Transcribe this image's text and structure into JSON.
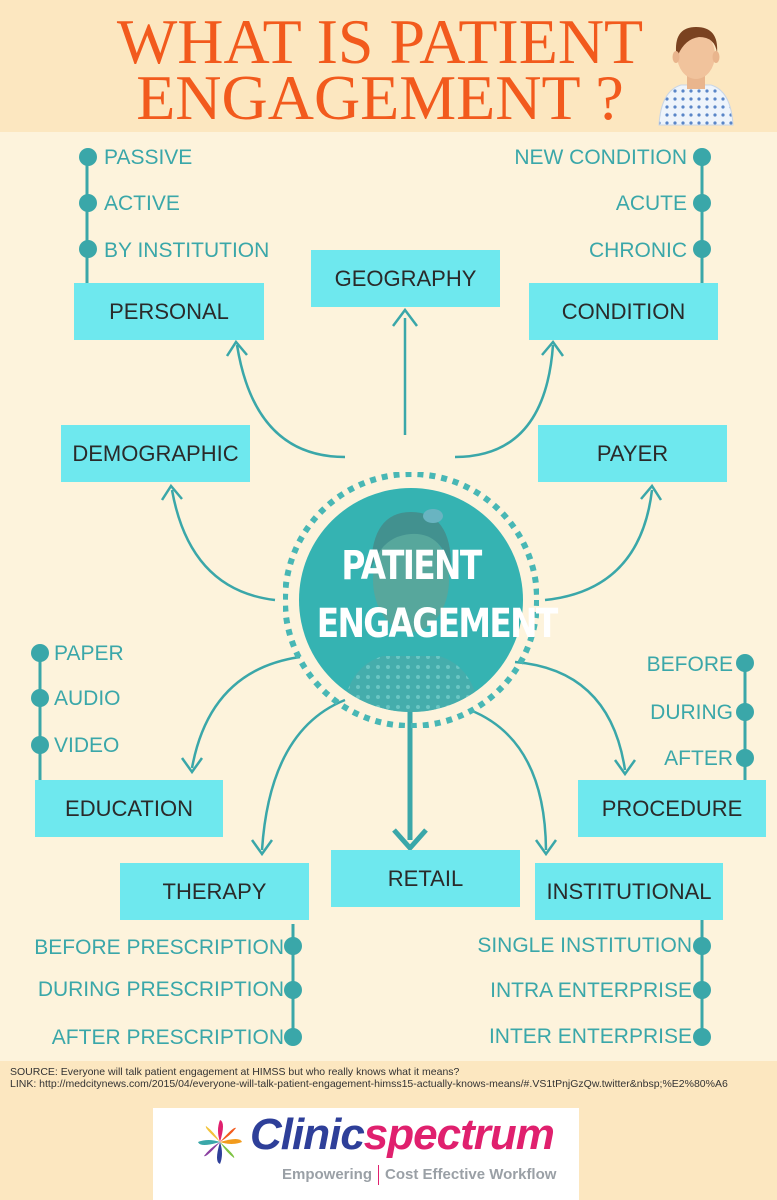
{
  "title": {
    "line1": "WHAT IS PATIENT",
    "line2": "ENGAGEMENT ?"
  },
  "center": {
    "line1": "PATIENT",
    "line2": "ENGAGEMENT"
  },
  "nodes": {
    "personal": "PERSONAL",
    "geography": "GEOGRAPHY",
    "condition": "CONDITION",
    "demographic": "DEMOGRAPHIC",
    "payer": "PAYER",
    "education": "EDUCATION",
    "procedure": "PROCEDURE",
    "therapy": "THERAPY",
    "retail": "RETAIL",
    "institutional": "INSTITUTIONAL"
  },
  "personal_items": [
    "PASSIVE",
    "ACTIVE",
    "BY INSTITUTION"
  ],
  "condition_items": [
    "NEW CONDITION",
    "ACUTE",
    "CHRONIC"
  ],
  "education_items": [
    "PAPER",
    "AUDIO",
    "VIDEO"
  ],
  "procedure_items": [
    "BEFORE",
    "DURING",
    "AFTER"
  ],
  "therapy_items": [
    "BEFORE PRESCRIPTION",
    "DURING PRESCRIPTION",
    "AFTER PRESCRIPTION"
  ],
  "institutional_items": [
    "SINGLE INSTITUTION",
    "INTRA ENTERPRISE",
    "INTER ENTERPRISE"
  ],
  "footer": {
    "source": "SOURCE: Everyone will talk patient engagement at HIMSS but who really knows what it means?",
    "link": "LINK: http://medcitynews.com/2015/04/everyone-will-talk-patient-engagement-himss15-actually-knows-means/#.VS1tPnjGzQw.twitter&nbsp;%E2%80%A6"
  },
  "logo": {
    "part1": "Clinic",
    "part2": "spectrum",
    "tag1": "Empowering",
    "tag2": "Cost Effective Workflow"
  },
  "colors": {
    "accent": "#f25a1d",
    "box": "#6ee8ee",
    "teal": "#3aa7a9",
    "background": "#fdf3dc",
    "header": "#fce7c0"
  }
}
